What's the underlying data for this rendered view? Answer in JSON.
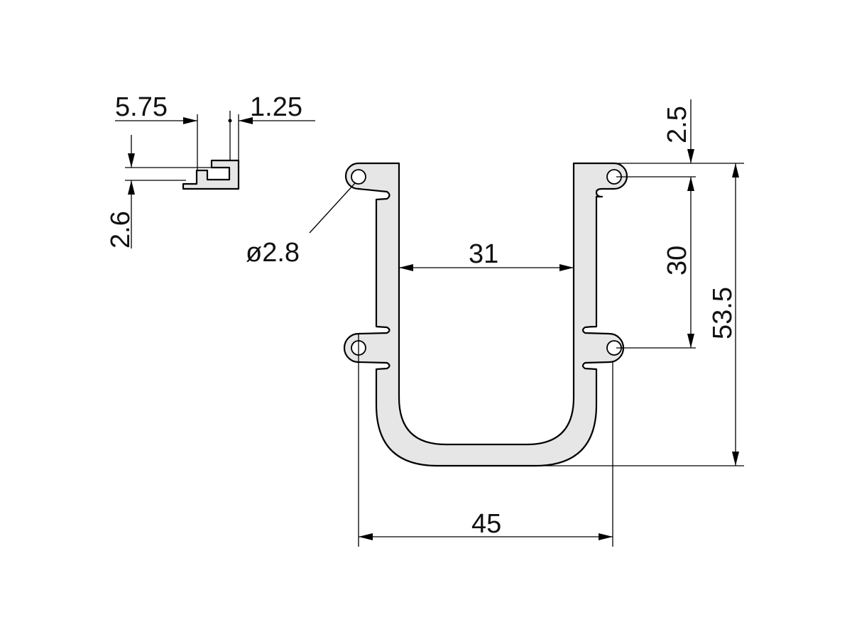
{
  "drawing": {
    "dimensions": {
      "small_width_left": "5.75",
      "small_width_right": "1.25",
      "small_height": "2.6",
      "hole_diameter": "ø2.8",
      "inner_width": "31",
      "top_offset": "2.5",
      "hole_spacing": "30",
      "total_height": "53.5",
      "total_width": "45"
    },
    "colors": {
      "profile_fill": "#e6e6e6",
      "line": "#000000",
      "background": "#ffffff"
    }
  }
}
